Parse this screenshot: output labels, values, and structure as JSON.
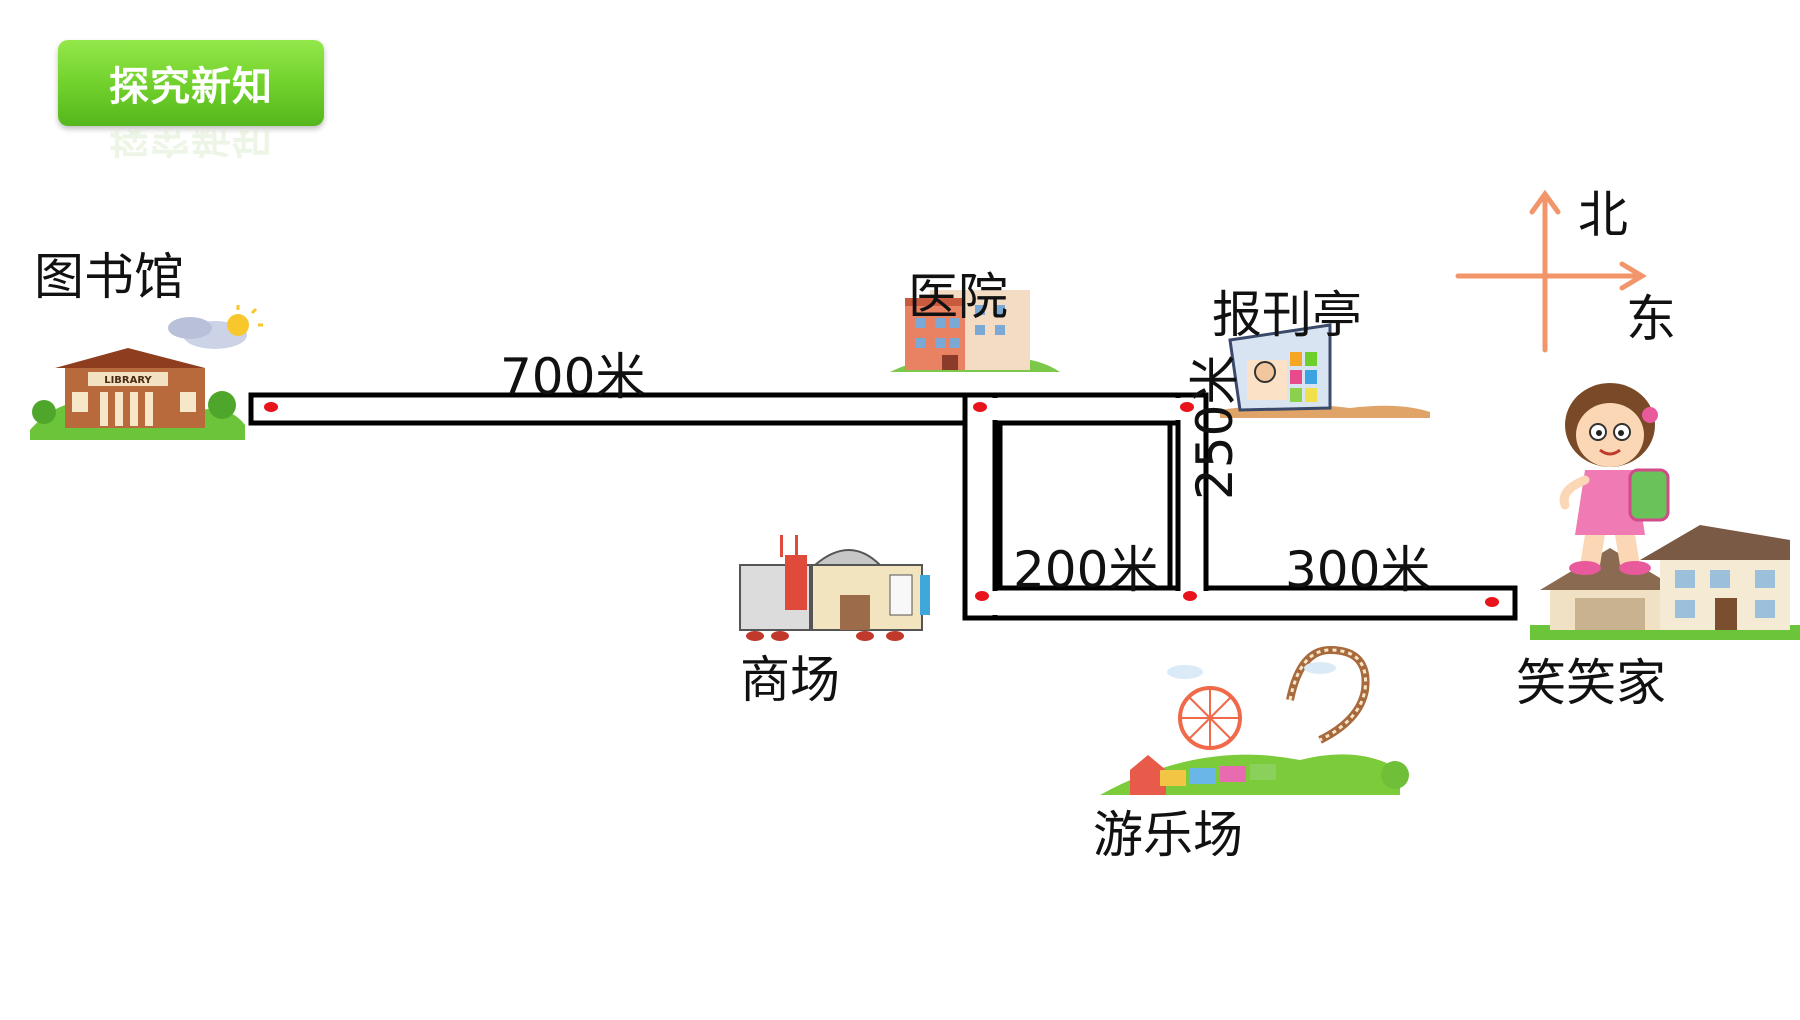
{
  "header": {
    "title": "探究新知"
  },
  "places": {
    "library": "图书馆",
    "hospital": "医院",
    "newsstand": "报刊亭",
    "mall": "商场",
    "amusement_park": "游乐场",
    "home": "笑笑家"
  },
  "distances": {
    "library_to_hospital": "700米",
    "newsstand_segment": "250米",
    "mall_segment": "200米",
    "home_segment": "300米"
  },
  "compass": {
    "north": "北",
    "east": "东"
  },
  "colors": {
    "road_stroke": "#000000",
    "marker": "#e8131b",
    "compass": "#f2956a",
    "badge": "#6fcf2a"
  }
}
